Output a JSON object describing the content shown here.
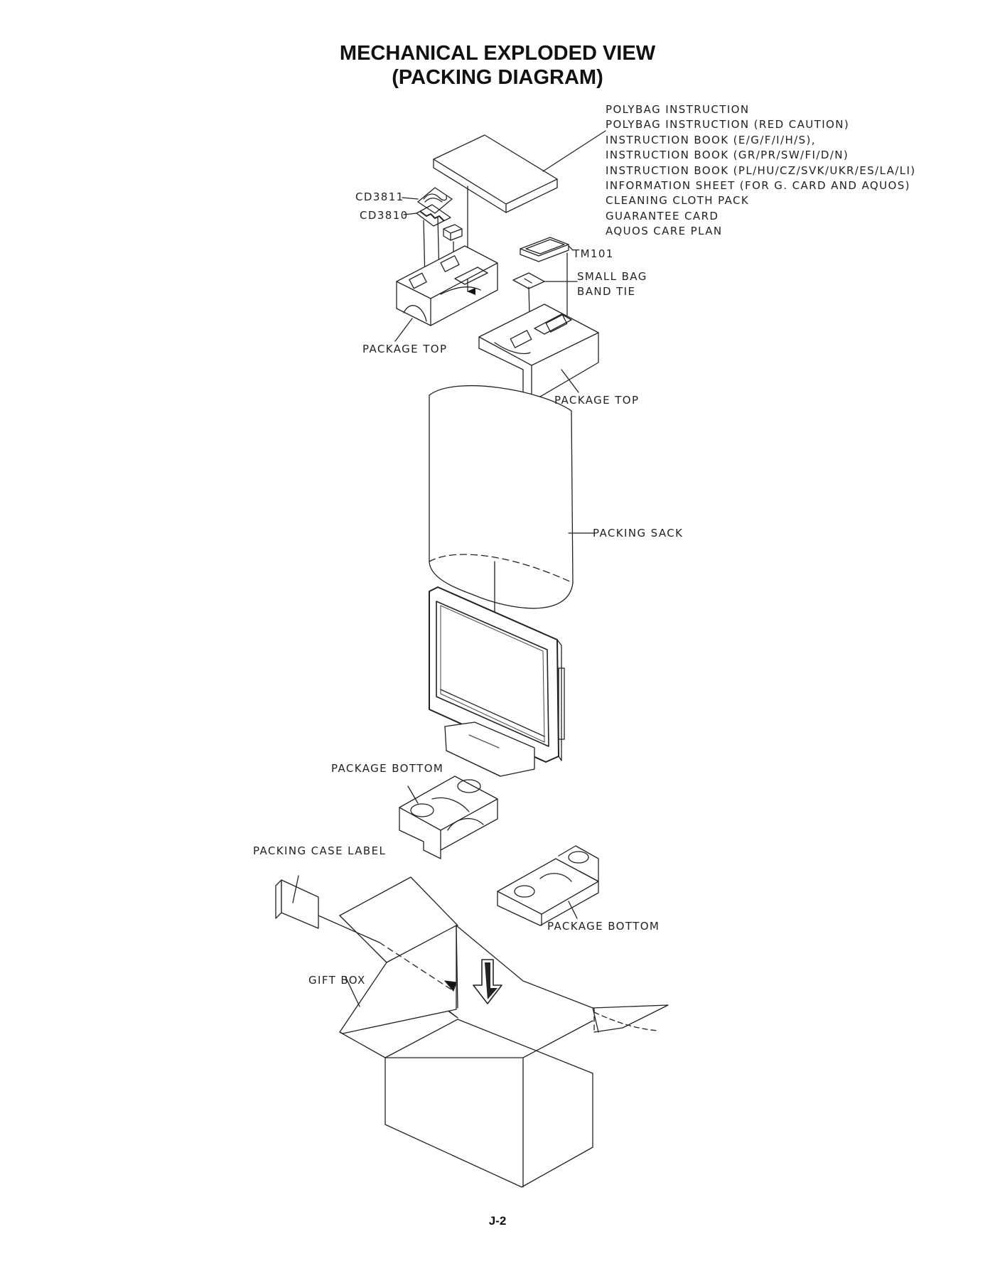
{
  "header": {
    "title_line1": "MECHANICAL EXPLODED VIEW",
    "title_line2": "(PACKING DIAGRAM)"
  },
  "parts_list": [
    "POLYBAG INSTRUCTION",
    "POLYBAG INSTRUCTION (RED CAUTION)",
    "INSTRUCTION BOOK (E/G/F/I/H/S),",
    "INSTRUCTION BOOK (GR/PR/SW/FI/D/N)",
    "INSTRUCTION BOOK (PL/HU/CZ/SVK/UKR/ES/LA/LI)",
    "INFORMATION SHEET (FOR G. CARD AND AQUOS)",
    "CLEANING CLOTH PACK",
    "GUARANTEE CARD",
    "AQUOS CARE PLAN"
  ],
  "labels": {
    "cd3811": "CD3811",
    "cd3810": "CD3810",
    "tm101": "TM101",
    "small_bag": "SMALL BAG",
    "band_tie": "BAND TIE",
    "package_top_left": "PACKAGE TOP",
    "package_top_right": "PACKAGE TOP",
    "packing_sack": "PACKING SACK",
    "package_bottom_left": "PACKAGE BOTTOM",
    "packing_case_label": "PACKING CASE LABEL",
    "package_bottom_right": "PACKAGE BOTTOM",
    "gift_box": "GIFT BOX"
  },
  "footer": {
    "page_number": "J-2"
  }
}
